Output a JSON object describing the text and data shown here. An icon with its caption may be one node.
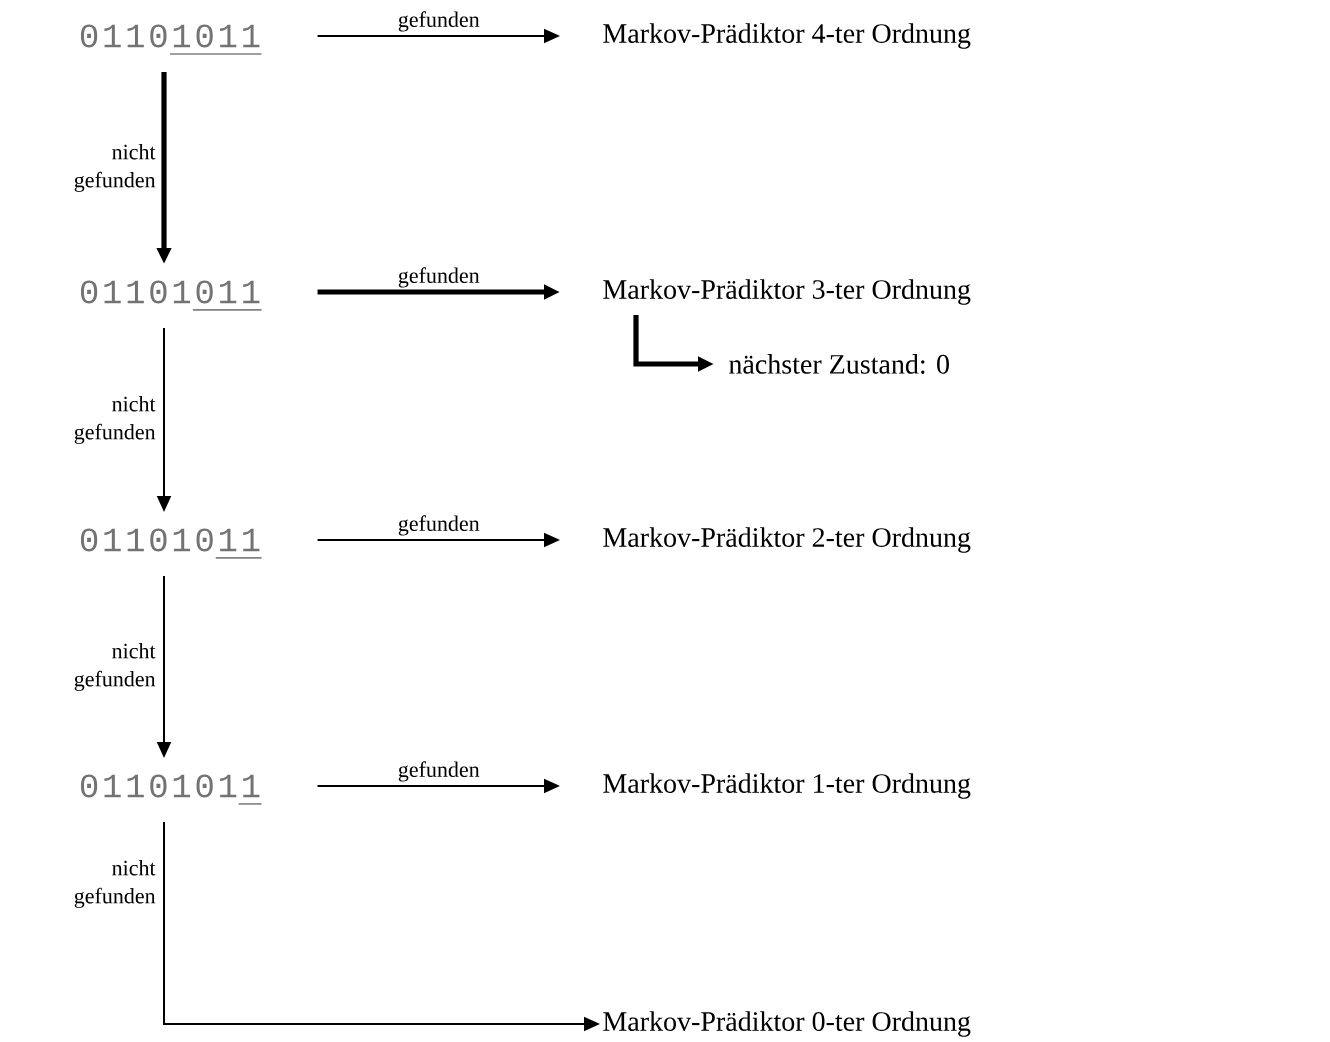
{
  "diagram": {
    "nodes": [
      {
        "text": [
          "01101011"
        ]
      },
      {
        "text": [
          "Markov-Prädiktor 4-ter Ordnung"
        ]
      },
      {
        "text": [
          "01101011"
        ]
      },
      {
        "text": [
          "Markov-Prädiktor 3-ter Ordnung"
        ]
      },
      {
        "text": [
          "nächster Zustand: 0"
        ]
      },
      {
        "text": [
          "01101011"
        ]
      },
      {
        "text": [
          "Markov-Prädiktor 2-ter Ordnung"
        ]
      },
      {
        "text": [
          "01101011"
        ]
      },
      {
        "text": [
          "Markov-Prädiktor 1-ter Ordnung"
        ]
      },
      {
        "text": [
          "Markov-Prädiktor 0-ter Ordnung"
        ]
      }
    ],
    "edges": [
      {
        "from": 0,
        "to": 1,
        "arrow": "to",
        "label": "gefunden"
      },
      {
        "from": 0,
        "to": 2,
        "arrow": "to",
        "label": "nicht gefunden",
        "style": "thick"
      },
      {
        "from": 2,
        "to": 3,
        "arrow": "to",
        "label": "gefunden",
        "style": "thick"
      },
      {
        "from": 2,
        "to": 5,
        "arrow": "to",
        "label": "nicht gefunden"
      },
      {
        "from": 3,
        "to": 4,
        "arrow": "to",
        "style": "thick"
      },
      {
        "from": 5,
        "to": 6,
        "arrow": "to",
        "label": "gefunden"
      },
      {
        "from": 5,
        "to": 7,
        "arrow": "to",
        "label": "nicht gefunden"
      },
      {
        "from": 7,
        "to": 8,
        "arrow": "to",
        "label": "gefunden"
      },
      {
        "from": 7,
        "to": 9,
        "arrow": "to",
        "label": "nicht gefunden"
      }
    ]
  }
}
